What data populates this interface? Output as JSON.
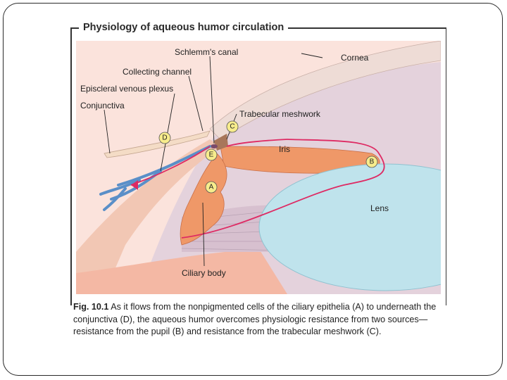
{
  "figure": {
    "title": "Physiology of aqueous humor circulation",
    "labels": {
      "schlemms_canal": "Schlemm's canal",
      "cornea": "Cornea",
      "collecting_channel": "Collecting channel",
      "episcleral_plexus": "Episcleral venous plexus",
      "conjunctiva": "Conjunctiva",
      "trabecular_meshwork": "Trabecular meshwork",
      "iris": "Iris",
      "lens": "Lens",
      "ciliary_body": "Ciliary body"
    },
    "markers": {
      "a": "A",
      "b": "B",
      "c": "C",
      "d": "D",
      "e": "E"
    },
    "colors": {
      "background": "#fbe3dc",
      "cornea": "#f0e4dc",
      "anterior_chamber": "#e4d2dc",
      "sclera": "#f2c7b4",
      "iris": "#ef9868",
      "lens": "#bfe3ec",
      "vessels": "#5a8fc8",
      "flow_arrow": "#de2a63",
      "marker_fill": "#f7ec8c"
    }
  },
  "caption": {
    "label": "Fig. 10.1",
    "text": "As it flows from the nonpigmented cells of the ciliary epithelia (A) to underneath the conjunctiva (D), the aqueous humor overcomes physiologic resistance from two sources—resistance from the pupil (B) and resistance from the trabecular meshwork (C)."
  }
}
